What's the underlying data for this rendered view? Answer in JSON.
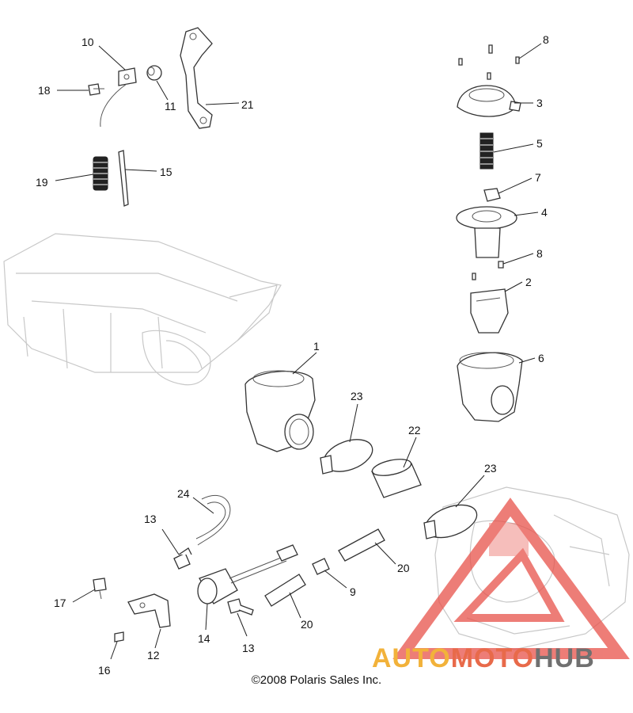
{
  "copyright": "©2008 Polaris Sales Inc.",
  "watermark": {
    "part1": "AUTO",
    "part2": "MOTO",
    "part3": "HUB",
    "colors": [
      "#f2b23a",
      "#e86a4a",
      "#707070"
    ]
  },
  "callouts": [
    "10",
    "18",
    "11",
    "21",
    "19",
    "15",
    "8",
    "3",
    "5",
    "7",
    "4",
    "8",
    "2",
    "6",
    "1",
    "23",
    "22",
    "23",
    "24",
    "13",
    "17",
    "12",
    "16",
    "14",
    "13",
    "20",
    "9",
    "20"
  ]
}
